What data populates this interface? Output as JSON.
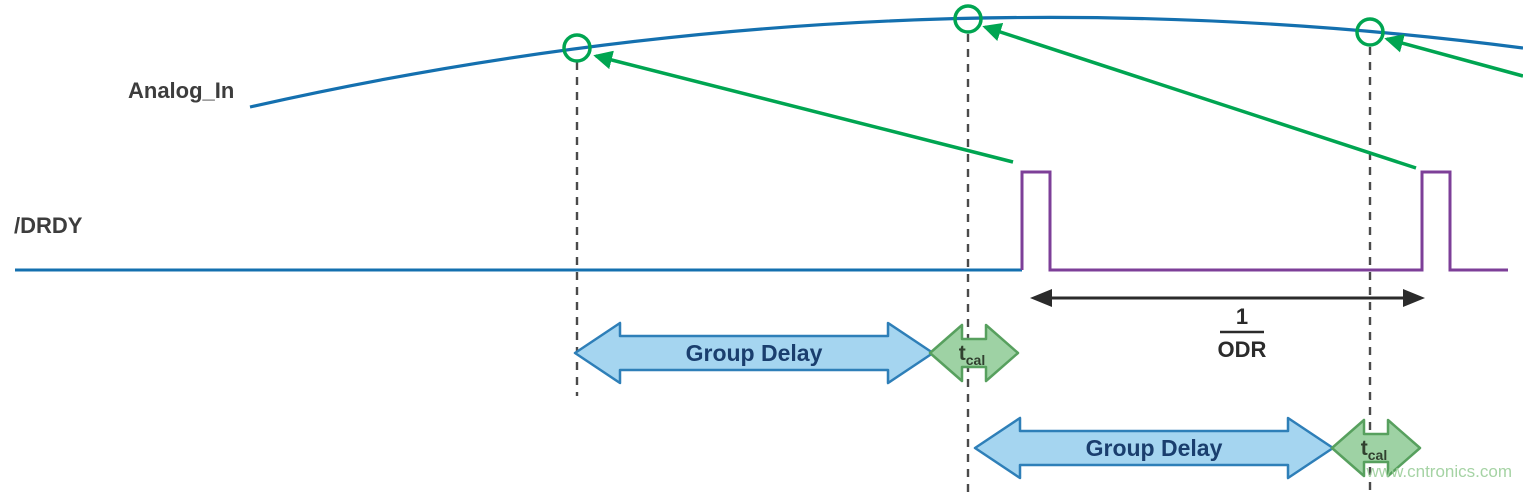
{
  "labels": {
    "analog_in": "Analog_In",
    "drdy": "/DRDY",
    "group_delay_1": "Group Delay",
    "group_delay_2": "Group Delay",
    "tcal_main": "t",
    "tcal_sub": "cal",
    "odr_numerator": "1",
    "odr_denominator": "ODR",
    "watermark": "www.cntronics.com"
  },
  "colors": {
    "signal_blue": "#1470af",
    "marker_green": "#00a551",
    "pulse_purple": "#7d3f98",
    "group_delay_fill": "#a5d5f0",
    "group_delay_stroke": "#2e7fb8",
    "group_delay_text": "#1a3e6e",
    "tcal_fill": "#9ed2a4",
    "tcal_stroke": "#57a05e",
    "dashed_line": "#4a4a4a",
    "odr_arrow": "#2b2b2b",
    "watermark_green": "#9ccf9b"
  }
}
